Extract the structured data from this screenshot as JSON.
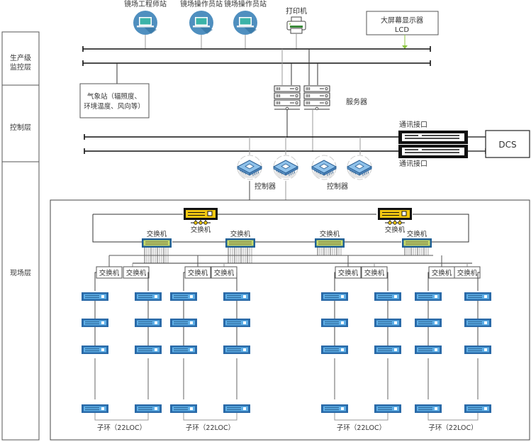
{
  "layers": [
    {
      "label_lines": [
        "生产级",
        "监控层"
      ]
    },
    {
      "label_lines": [
        "控制层"
      ]
    },
    {
      "label_lines": [
        "现场层"
      ]
    }
  ],
  "top_stations": [
    {
      "label": "镜场工程师站"
    },
    {
      "label": "镜场操作员站"
    },
    {
      "label": "镜场操作员站"
    }
  ],
  "printer": {
    "label": "打印机"
  },
  "lcd": {
    "label_lines": [
      "大屏幕显示器",
      "LCD"
    ]
  },
  "weather_station": {
    "label_lines": [
      "气象站（辐照度、",
      "环境温度、风向等）"
    ]
  },
  "servers": {
    "label": "服务器"
  },
  "comm_interface": {
    "top_label": "通讯接口",
    "bottom_label": "通讯接口"
  },
  "dcs": {
    "label": "DCS"
  },
  "controllers": {
    "label_left": "控制器",
    "label_right": "控制器"
  },
  "core_switches": [
    {
      "label": "交换机"
    },
    {
      "label": "交换机"
    }
  ],
  "aggregation_switches": [
    {
      "label": "交换机"
    },
    {
      "label": "交换机"
    },
    {
      "label": "交换机"
    },
    {
      "label": "交换机"
    }
  ],
  "access_switch_label": "交换机",
  "subrings": [
    {
      "label": "子环（22LOC）"
    },
    {
      "label": "子环（22LOC）"
    },
    {
      "label": "子环（22LOC）"
    },
    {
      "label": "子环（22LOC）"
    }
  ],
  "colors": {
    "station_circle": "#4f8fbf",
    "station_screen": "#3bb3a8",
    "lcd_arrow": "#8cc63f",
    "core_switch_fill": "#f2c811",
    "agg_switch_fill": "#c9dc6a",
    "agg_switch_border": "#1f5f96",
    "device_fill": "#2a6aa8",
    "controller_fill": "#8ec1ea"
  }
}
